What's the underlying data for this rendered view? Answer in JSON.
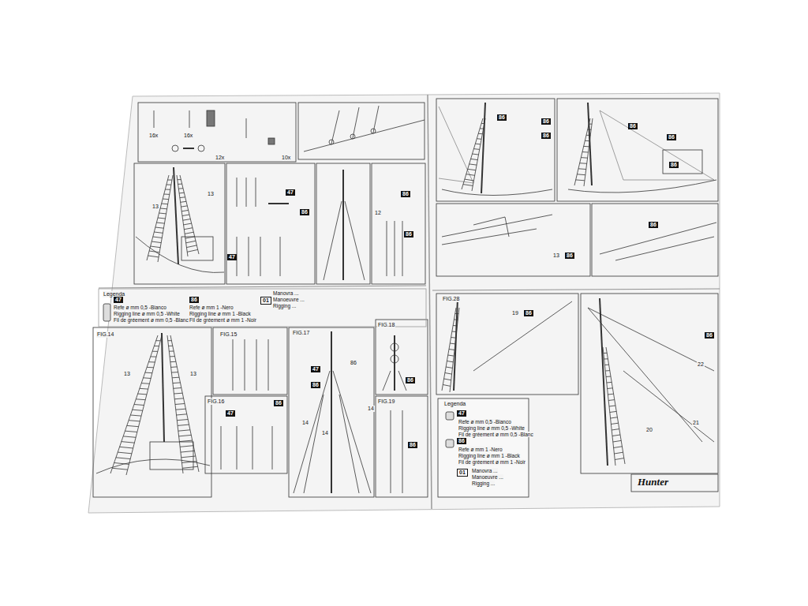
{
  "diagram": {
    "title": "Hunter",
    "labels": [
      "16x",
      "16x",
      "12x",
      "10x",
      "13",
      "13",
      "47",
      "86",
      "47",
      "12",
      "86",
      "86",
      "86",
      "86",
      "86",
      "86",
      "86",
      "86",
      "13",
      "86",
      "86",
      "Legenda",
      "47",
      "86",
      "01",
      "FIG.14",
      "13",
      "13",
      "FIG.15",
      "47",
      "86",
      "FIG.16",
      "47",
      "86",
      "FIG.17",
      "86",
      "14",
      "14",
      "14",
      "FIG.18",
      "86",
      "FIG.19",
      "86",
      "FIG.28",
      "19",
      "86",
      "86",
      "22",
      "21",
      "20",
      "Legenda",
      "47",
      "86",
      "01"
    ],
    "legend": [
      {
        "text": "Refe ø mm 0,5 -Bianco"
      },
      {
        "text": "Rigging line ø mm 0,5 -White"
      },
      {
        "text": "Fil de gréement ø mm 0,5 -Blanc"
      },
      {
        "text": "Refe ø mm 1 -Nero"
      },
      {
        "text": "Rigging line ø mm 1 -Black"
      },
      {
        "text": "Fil de gréement ø mm 1 -Noir"
      },
      {
        "text": "Manovra ..."
      },
      {
        "text": "Manoeuvre ..."
      },
      {
        "text": "Rigging ..."
      },
      {
        "text": "Refe ø mm 0,5 -Bianco"
      },
      {
        "text": "Rigging line ø mm 0,5 -White"
      },
      {
        "text": "Fil de gréement ø mm 0,5 -Blanc"
      },
      {
        "text": "Refe ø mm 1 -Nero"
      },
      {
        "text": "Rigging line ø mm 1 -Black"
      },
      {
        "text": "Fil de gréement ø mm 1 -Noir"
      },
      {
        "text": "Manovra ..."
      },
      {
        "text": "Manoeuvre ..."
      },
      {
        "text": "Rigging ..."
      }
    ]
  }
}
